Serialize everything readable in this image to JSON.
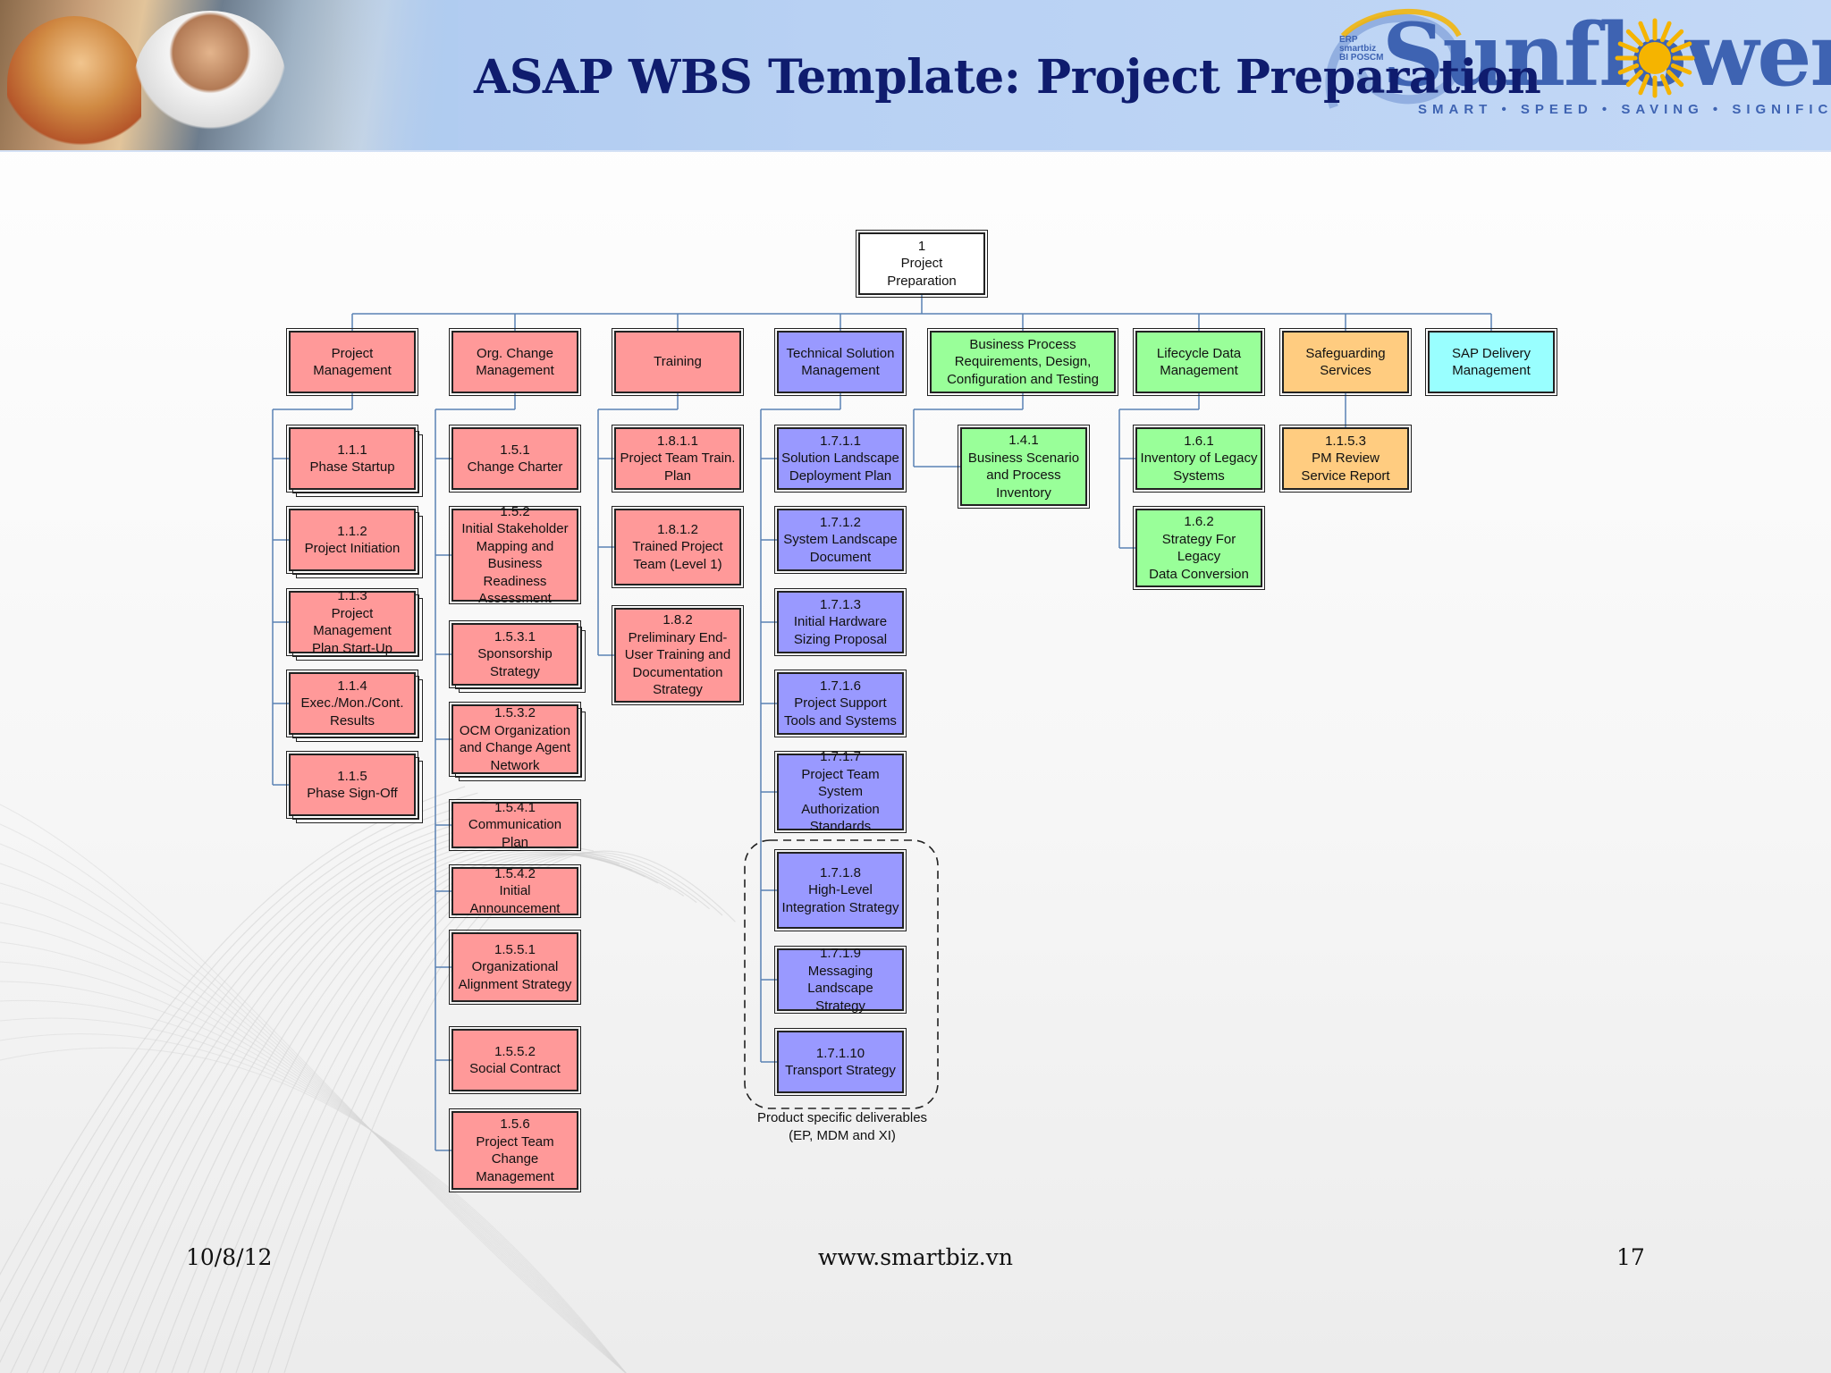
{
  "header": {
    "title": "ASAP WBS Template:  Project Preparation",
    "logo_text": "Sunflower",
    "logo_tagline": "SMART • SPEED • SAVING • SIGNIFICANT",
    "logo_small_lines": [
      "ERP",
      "smartbiz",
      "BI POSCM"
    ],
    "brand_color": "#3e63b2",
    "title_color": "#0f1c6e",
    "band_color": "#b4cef2",
    "sun_color": "#f5b400"
  },
  "colors": {
    "red": "#ff9999",
    "blue": "#9999ff",
    "green": "#99ff99",
    "orange": "#ffcc80",
    "cyan": "#99ffff",
    "connector": "#5a82b4"
  },
  "wbs": {
    "root": "1\nProject\nPreparation",
    "branches": [
      {
        "label": "Project\nManagement",
        "color": "red",
        "children": [
          {
            "label": "1.1.1\nPhase Startup",
            "stacked": true
          },
          {
            "label": "1.1.2\nProject Initiation",
            "stacked": true
          },
          {
            "label": "1.1.3\nProject Management\nPlan Start-Up",
            "stacked": true
          },
          {
            "label": "1.1.4\nExec./Mon./Cont.\nResults",
            "stacked": true
          },
          {
            "label": "1.1.5\nPhase Sign-Off",
            "stacked": true
          }
        ]
      },
      {
        "label": "Org. Change\nManagement",
        "color": "red",
        "children": [
          {
            "label": "1.5.1\nChange Charter"
          },
          {
            "label": "1.5.2\nInitial Stakeholder\nMapping and\nBusiness Readiness\nAssessment"
          },
          {
            "label": "1.5.3.1\nSponsorship\nStrategy",
            "stacked": true
          },
          {
            "label": "1.5.3.2\nOCM Organization\nand Change Agent\nNetwork",
            "stacked": true
          },
          {
            "label": "1.5.4.1\nCommunication Plan"
          },
          {
            "label": "1.5.4.2\nInitial Announcement"
          },
          {
            "label": "1.5.5.1\nOrganizational\nAlignment Strategy"
          },
          {
            "label": "1.5.5.2\nSocial Contract"
          },
          {
            "label": "1.5.6\nProject Team\nChange\nManagement"
          }
        ]
      },
      {
        "label": "Training",
        "color": "red",
        "children": [
          {
            "label": "1.8.1.1\nProject Team Train.\nPlan"
          },
          {
            "label": "1.8.1.2\nTrained Project\nTeam (Level 1)"
          },
          {
            "label": "1.8.2\nPreliminary End-\nUser Training and\nDocumentation\nStrategy"
          }
        ]
      },
      {
        "label": "Technical Solution\nManagement",
        "color": "blue",
        "children": [
          {
            "label": "1.7.1.1\nSolution Landscape\nDeployment Plan"
          },
          {
            "label": "1.7.1.2\nSystem Landscape\nDocument"
          },
          {
            "label": "1.7.1.3\nInitial Hardware\nSizing Proposal"
          },
          {
            "label": "1.7.1.6\nProject Support\nTools and Systems"
          },
          {
            "label": "1.7.1.7\nProject Team\nSystem Authorization\nStandards"
          },
          {
            "label": "1.7.1.8\nHigh-Level\nIntegration Strategy"
          },
          {
            "label": "1.7.1.9\nMessaging\nLandscape Strategy"
          },
          {
            "label": "1.7.1.10\nTransport Strategy"
          }
        ]
      },
      {
        "label": "Business Process\nRequirements, Design,\nConfiguration and Testing",
        "color": "green",
        "children": [
          {
            "label": "1.4.1\nBusiness Scenario\nand Process\nInventory"
          }
        ]
      },
      {
        "label": "Lifecycle Data\nManagement",
        "color": "green",
        "children": [
          {
            "label": "1.6.1\nInventory of Legacy\nSystems"
          },
          {
            "label": "1.6.2\nStrategy For Legacy\nData Conversion"
          }
        ]
      },
      {
        "label": "Safeguarding\nServices",
        "color": "orange",
        "children": [
          {
            "label": "1.1.5.3\nPM Review\nService Report"
          }
        ]
      },
      {
        "label": "SAP Delivery\nManagement",
        "color": "cyan",
        "children": []
      }
    ],
    "note": "Product specific deliverables\n(EP, MDM and XI)"
  },
  "footer": {
    "date": "10/8/12",
    "url": "www.smartbiz.vn",
    "page": "17"
  }
}
